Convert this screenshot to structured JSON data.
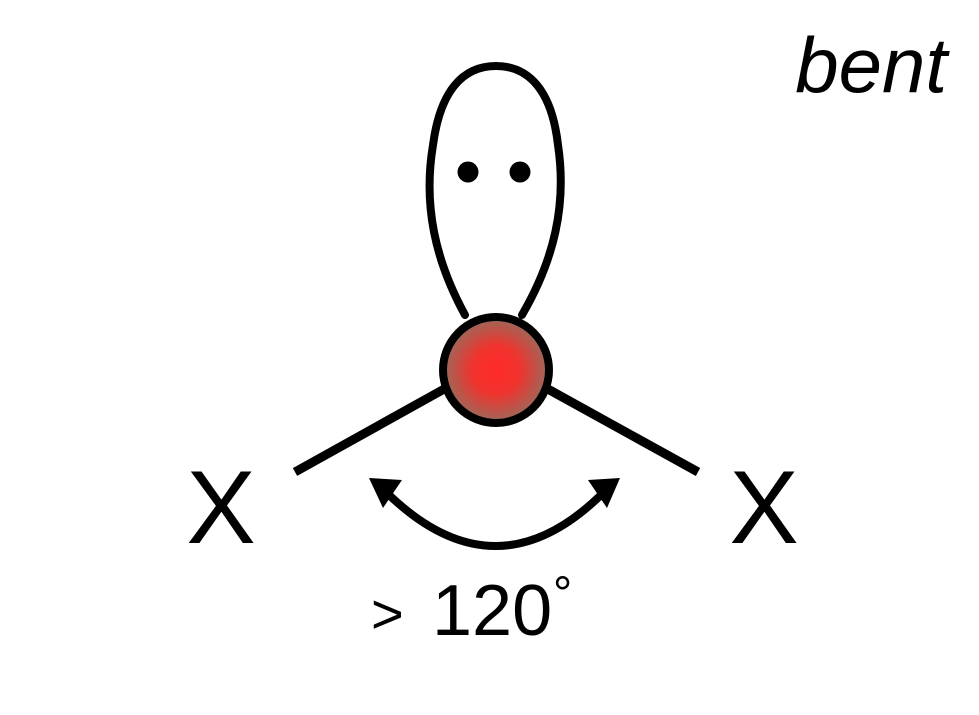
{
  "geometry_label": "bent",
  "ligands": {
    "left": "X",
    "right": "X"
  },
  "angle": {
    "comparator": ">",
    "value": "120",
    "unit_symbol": "°"
  },
  "colors": {
    "stroke": "#000000",
    "central_atom_center": "#ff2a2a",
    "central_atom_edge": "#9a6a5c",
    "background": "#ffffff"
  },
  "icons": {
    "lone_pair": "lone-pair-lobe",
    "central_atom": "central-atom-sphere",
    "angle_arc": "double-headed-curved-arrow"
  }
}
